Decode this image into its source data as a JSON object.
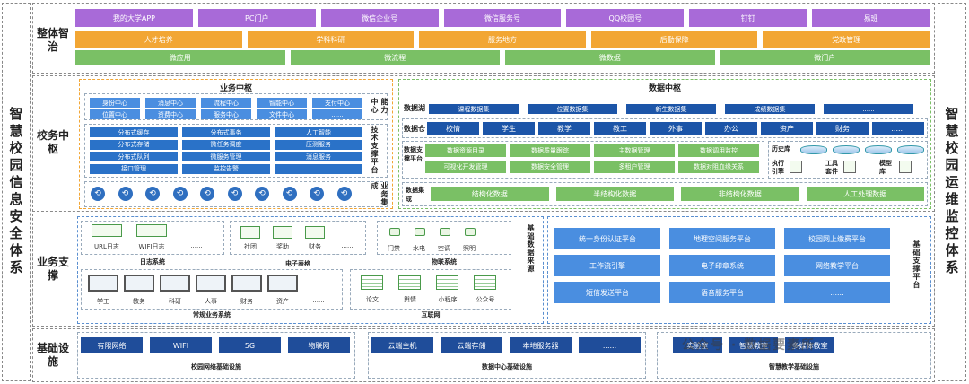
{
  "side_left": "智慧校园信息安全体系",
  "side_right": "智慧校园运维监控体系",
  "top": {
    "label": "整体智治",
    "channels": [
      "我的大学APP",
      "PC门户",
      "微信企业号",
      "微信服务号",
      "QQ校园号",
      "钉钉",
      "易班"
    ],
    "services": [
      "人才培养",
      "学科科研",
      "服务地方",
      "后勤保障",
      "党政管理"
    ],
    "apps": [
      "微应用",
      "微流程",
      "微数据",
      "微门户"
    ]
  },
  "hub": {
    "label": "校务中枢",
    "business": {
      "title": "业务中枢",
      "capability_label": "能力中心",
      "capability": [
        "身份中心",
        "消息中心",
        "流程中心",
        "智能中心",
        "支付中心",
        "位置中心",
        "资费中心",
        "服务中心",
        "文件中心",
        "......"
      ],
      "tech_label": "技术支撑平台",
      "tech": [
        "分布式缓存",
        "分布式事务",
        "人工智能",
        "分布式存储",
        "微任务调度",
        "压测服务",
        "分布式队列",
        "微服务管理",
        "消息服务",
        "接口管理",
        "监控告警",
        "......"
      ],
      "cluster_label": "业务集成"
    },
    "data": {
      "title": "数据中枢",
      "lake_label": "数据湖",
      "lake": [
        "课程数据集",
        "位置数据集",
        "新生数据集",
        "成绩数据集",
        "......"
      ],
      "warehouse_label": "数据仓",
      "warehouse": [
        "校情",
        "学生",
        "教学",
        "教工",
        "外事",
        "办公",
        "资产",
        "财务",
        "......"
      ],
      "platform_label": "数据支撑平台",
      "platform": [
        "数据资源目录",
        "数据质量跟踪",
        "主数据管理",
        "数据调用监控",
        "可视化开发管理",
        "数据安全管理",
        "多租户管理",
        "数据对阻血缘关系"
      ],
      "history_label": "历史库",
      "engine_label": "执行引擎",
      "tool_label": "工具套件",
      "model_label": "模型库",
      "collect_label": "数据集成",
      "collect": [
        "结构化数据",
        "半结构化数据",
        "非结构化数据",
        "人工处理数据"
      ]
    }
  },
  "support": {
    "label": "业务支撑",
    "sources_label": "基础数据来源",
    "log": {
      "title": "日志系统",
      "items": [
        "URL日志",
        "WIFI日志",
        "......"
      ]
    },
    "table": {
      "title": "电子表格",
      "items": [
        "社团",
        "奖助",
        "财务",
        "......"
      ]
    },
    "iot": {
      "title": "物联系统",
      "items": [
        "门禁",
        "水电",
        "空调",
        "照明",
        "......"
      ]
    },
    "business": {
      "title": "常规业务系统",
      "items": [
        "学工",
        "教务",
        "科研",
        "人事",
        "财务",
        "资产",
        "......"
      ]
    },
    "internet": {
      "title": "互联网",
      "items": [
        "论文",
        "舆情",
        "小程序",
        "公众号"
      ]
    },
    "platform_label": "基础支撑平台",
    "platforms": [
      "统一身份认证平台",
      "地理空间服务平台",
      "校园网上缴费平台",
      "工作流引擎",
      "电子印章系统",
      "网络教学平台",
      "短信发送平台",
      "语音服务平台",
      "......"
    ]
  },
  "infra": {
    "label": "基础设施",
    "network": {
      "title": "校园网络基础设施",
      "items": [
        "有限网络",
        "WIFI",
        "5G",
        "物联网"
      ]
    },
    "datacenter": {
      "title": "数据中心基础设施",
      "items": [
        "云端主机",
        "云端存储",
        "本地服务器",
        "......"
      ]
    },
    "teaching": {
      "title": "智慧教学基础设施",
      "items": [
        "实验室",
        "智慧教室",
        "多媒体教室"
      ]
    }
  },
  "watermark": "公众号 · 数据要素所"
}
